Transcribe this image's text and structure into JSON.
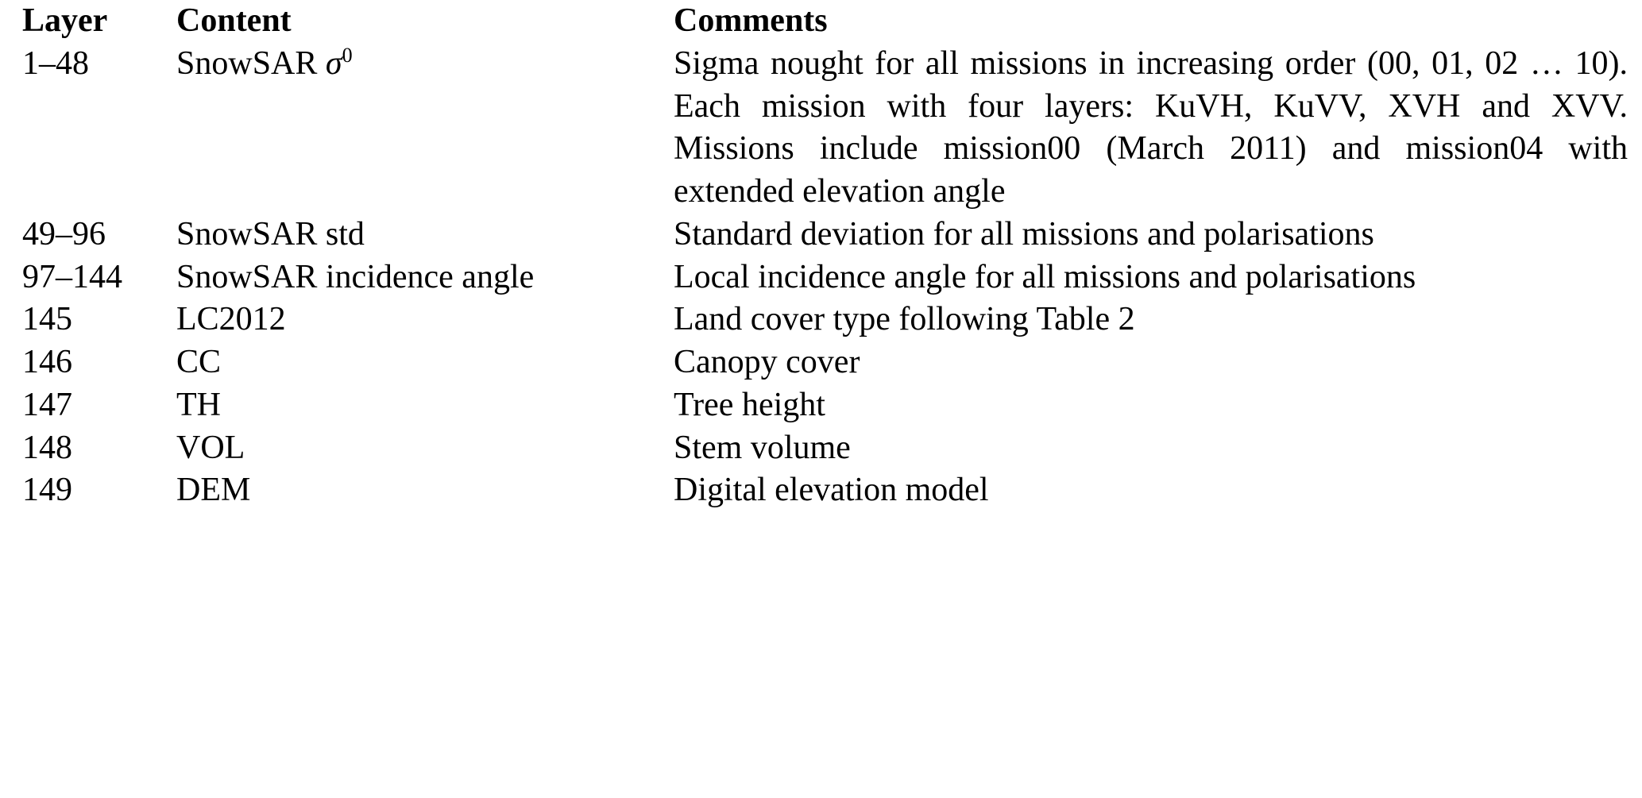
{
  "table": {
    "caption_visible": false,
    "columns": [
      "Layer",
      "Content",
      "Comments"
    ],
    "header": {
      "layer": "Layer",
      "content": "Content",
      "comments": "Comments"
    },
    "rows": [
      {
        "layer": "1–48",
        "content_prefix": "SnowSAR ",
        "content_symbol": "σ",
        "content_superscript": "0",
        "content_plain": "SnowSAR σ0",
        "comments": "Sigma nought for all missions in increasing order (00, 01, 02 … 10). Each mission with four layers: KuVH, KuVV, XVH and XVV. Missions include mission00 (March 2011) and mission04 with extended elevation angle",
        "multiline": true
      },
      {
        "layer": "49–96",
        "content_plain": "SnowSAR std",
        "comments": "Standard deviation for all missions and polarisations",
        "multiline": false
      },
      {
        "layer": "97–144",
        "content_plain": "SnowSAR incidence angle",
        "comments": "Local incidence angle for all missions and polarisations",
        "multiline": false
      },
      {
        "layer": "145",
        "content_plain": "LC2012",
        "comments": "Land cover type following Table 2",
        "multiline": false
      },
      {
        "layer": "146",
        "content_plain": "CC",
        "comments": "Canopy cover",
        "multiline": false
      },
      {
        "layer": "147",
        "content_plain": "TH",
        "comments": "Tree height",
        "multiline": false
      },
      {
        "layer": "148",
        "content_plain": "VOL",
        "comments": "Stem volume",
        "multiline": false
      },
      {
        "layer": "149",
        "content_plain": "DEM",
        "comments": "Digital elevation model",
        "multiline": false
      }
    ]
  },
  "style": {
    "text_color": "#000000",
    "background_color": "#ffffff",
    "rule_color": "#000000"
  }
}
